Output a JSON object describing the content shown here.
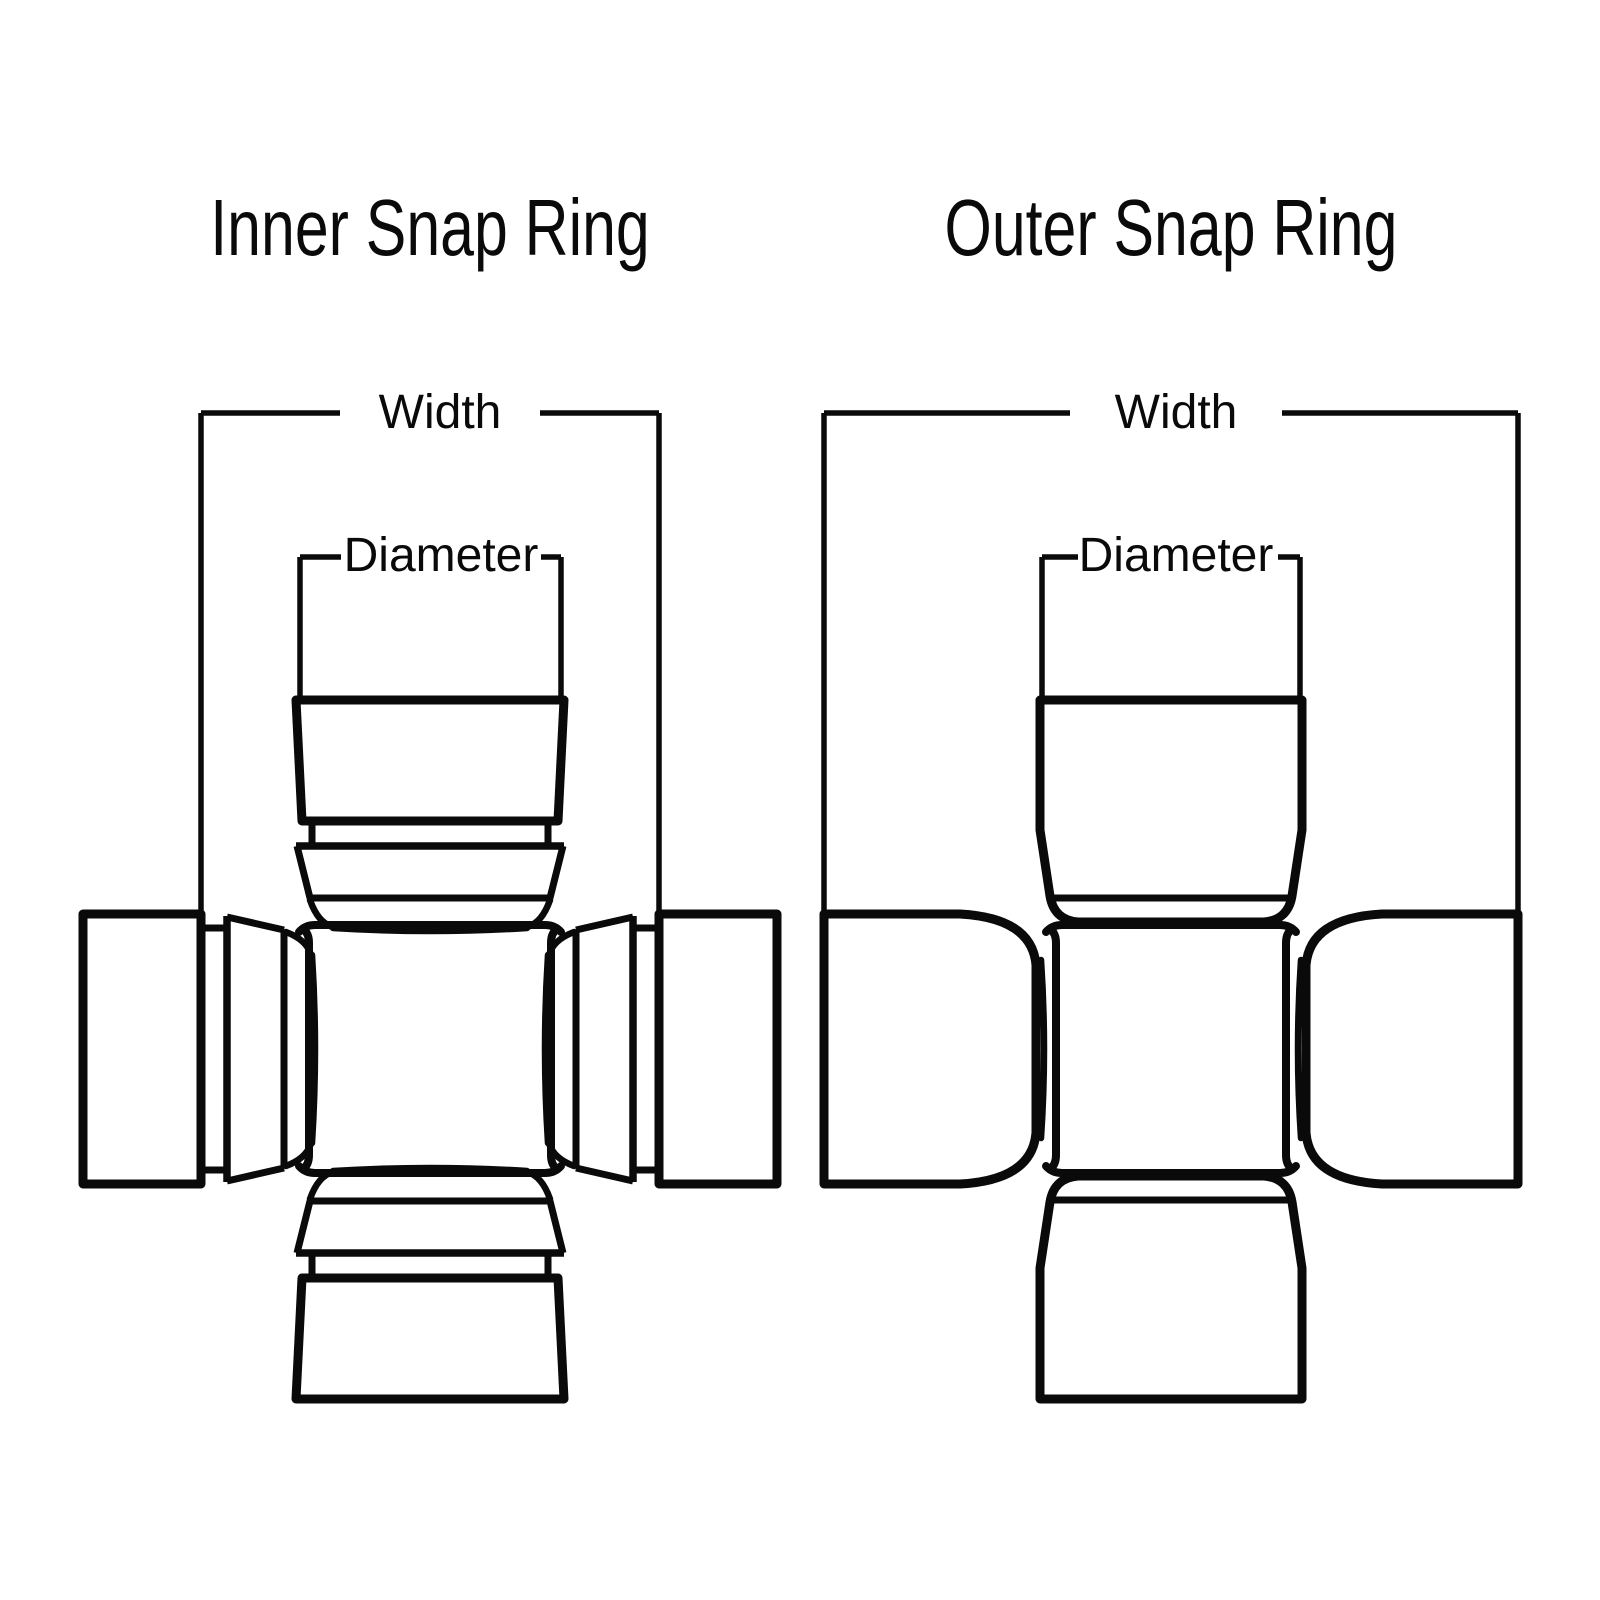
{
  "page": {
    "background_color": "#ffffff",
    "line_color": "#0a0a0a",
    "description": "Comparison diagram of universal joint snap ring styles"
  },
  "diagrams": [
    {
      "id": "inner-snap-ring",
      "title": "Inner Snap Ring",
      "width_label": "Width",
      "diameter_label": "Diameter"
    },
    {
      "id": "outer-snap-ring",
      "title": "Outer Snap Ring",
      "width_label": "Width",
      "diameter_label": "Diameter"
    }
  ]
}
